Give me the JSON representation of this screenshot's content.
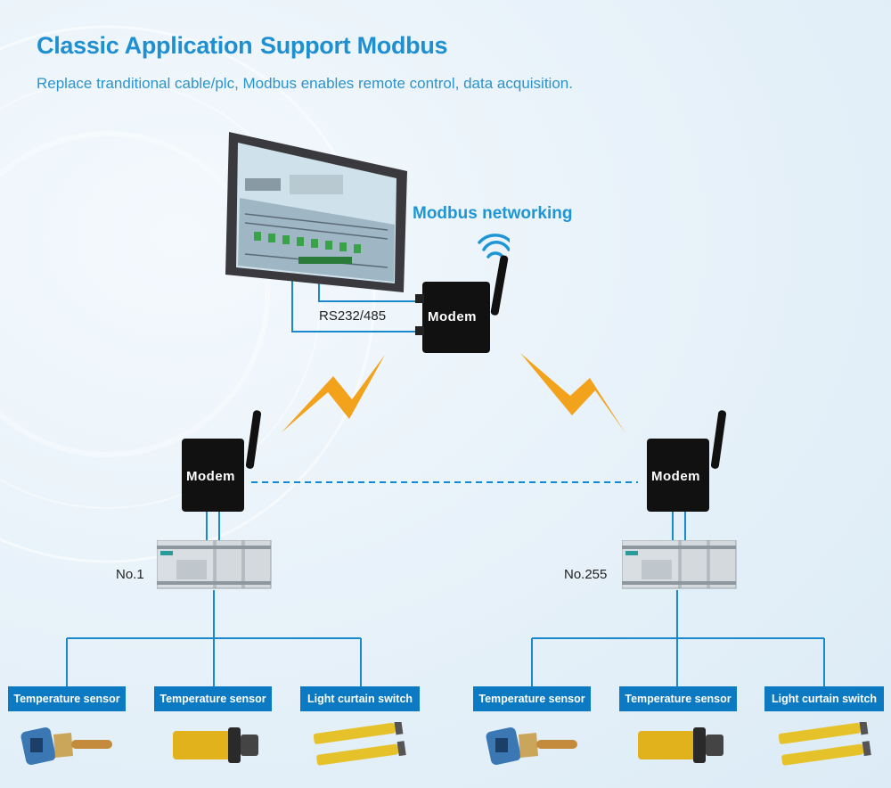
{
  "header": {
    "title": "Classic Application",
    "title2": "Support Modbus",
    "subtitle": "Replace tranditional cable/plc, Modbus enables remote control, data acquisition."
  },
  "network_label": "Modbus networking",
  "link_label": "RS232/485",
  "modems": [
    {
      "label": "Modem"
    },
    {
      "label": "Modem"
    },
    {
      "label": "Modem"
    }
  ],
  "nodes": [
    {
      "label": "No.1"
    },
    {
      "label": "No.255"
    }
  ],
  "sensors_left": [
    "Temperature sensor",
    "Temperature sensor",
    "Light curtain switch"
  ],
  "sensors_right": [
    "Temperature sensor",
    "Temperature sensor",
    "Light curtain switch"
  ],
  "colors": {
    "accent": "#1e8fd0",
    "link": "#1a88cc",
    "label_bg": "#0b7ac2",
    "bolt": "#f2a21b",
    "modem": "#111111",
    "wifi": "#1e96d6"
  }
}
